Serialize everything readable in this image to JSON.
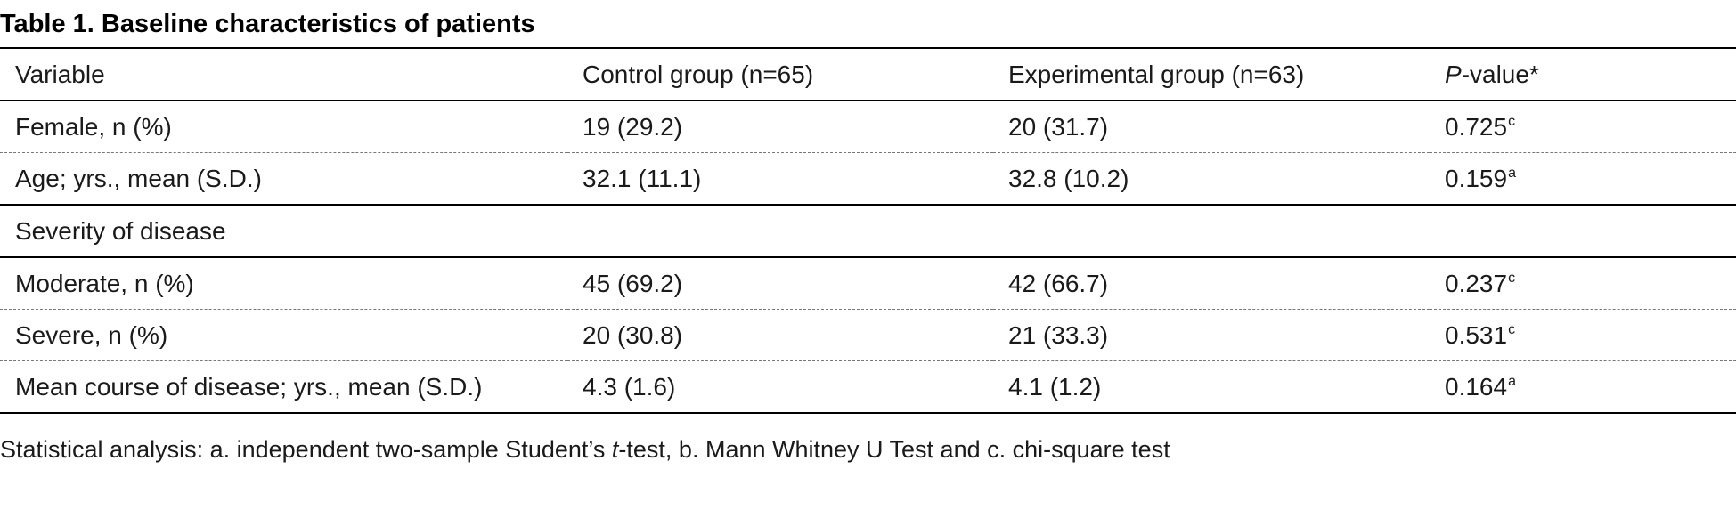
{
  "caption": "Table 1. Baseline characteristics of patients",
  "headers": {
    "variable": "Variable",
    "control": "Control group (n=65)",
    "experimental": "Experimental group (n=63)",
    "pvalue_italic": "P",
    "pvalue_rest": "-value*"
  },
  "rows": [
    {
      "variable": "Female, n (%)",
      "control": "19 (29.2)",
      "experimental": "20 (31.7)",
      "p": "0.725",
      "p_sup": "c"
    },
    {
      "variable": "Age; yrs., mean (S.D.)",
      "control": "32.1 (11.1)",
      "experimental": "32.8 (10.2)",
      "p": "0.159",
      "p_sup": "a"
    },
    {
      "variable": "Severity of disease"
    },
    {
      "variable": "Moderate, n (%)",
      "control": "45 (69.2)",
      "experimental": "42 (66.7)",
      "p": "0.237",
      "p_sup": "c"
    },
    {
      "variable": "Severe, n (%)",
      "control": "20 (30.8)",
      "experimental": "21 (33.3)",
      "p": "0.531",
      "p_sup": "c"
    },
    {
      "variable": "Mean course of disease; yrs., mean (S.D.)",
      "control": "4.3 (1.6)",
      "experimental": "4.1 (1.2)",
      "p": "0.164",
      "p_sup": "a"
    }
  ],
  "footnote": {
    "before": "Statistical analysis: a. independent two-sample Student’s ",
    "italic": "t",
    "after": "-test, b. Mann Whitney U Test and c. chi-square test"
  }
}
